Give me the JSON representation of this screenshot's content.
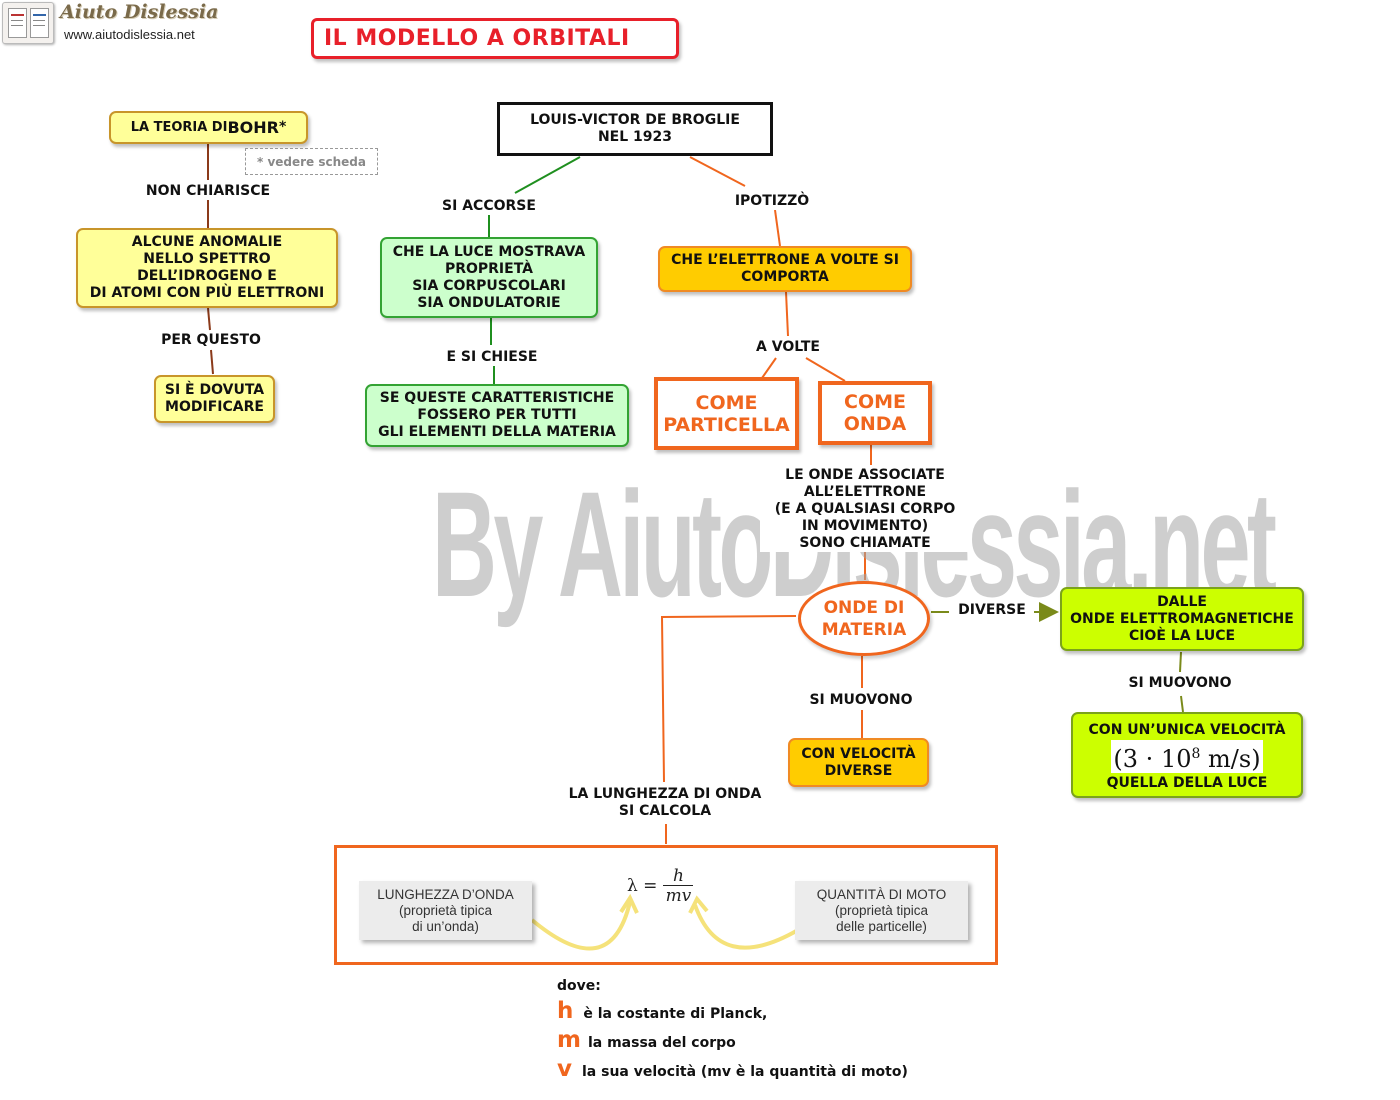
{
  "logo": {
    "brand": "Aiuto Dislessia",
    "url": "www.aiutodislessia.net"
  },
  "title": "IL MODELLO A ORBITALI",
  "watermark": "By AiutoDislessia.net",
  "left": {
    "bohr_prefix": "LA TEORIA DI ",
    "bohr_name": "BOHR",
    "bohr_star": "*",
    "note": "* vedere scheda",
    "link1": "NON CHIARISCE",
    "anomalies": "ALCUNE ANOMALIE\nNELLO SPETTRO\nDELL’IDROGENO E\nDI ATOMI CON PIÙ ELETTRONI",
    "link2": "PER QUESTO",
    "modify": "SI È DOVUTA\nMODIFICARE"
  },
  "center": {
    "broglie": "LOUIS-VICTOR DE BROGLIE\nNEL  1923",
    "link_accorse": "SI ACCORSE",
    "light": "CHE LA LUCE MOSTRAVA\nPROPRIETÀ\nSIA CORPUSCOLARI\nSIA ONDULATORIE",
    "link_chiese": "E SI CHIESE",
    "question": "SE QUESTE CARATTERISTICHE\nFOSSERO  PER TUTTI\nGLI ELEMENTI DELLA MATERIA"
  },
  "right": {
    "link_ipotizzo": "IPOTIZZÒ",
    "electron": "CHE L’ELETTRONE A VOLTE SI\nCOMPORTA",
    "link_avolte": "A VOLTE",
    "particle": "COME\nPARTICELLA",
    "wave": "COME\nONDA",
    "link_waves": "LE ONDE ASSOCIATE\nALL’ELETTRONE\n(E A QUALSIASI CORPO\nIN MOVIMENTO)\nSONO CHIAMATE",
    "matter_waves": "ONDE DI\nMATERIA",
    "link_diverse": "DIVERSE",
    "em_waves": "DALLE\nONDE ELETTROMAGNETICHE\nCIOÈ LA LUCE",
    "link_muovono_em": "SI MUOVONO",
    "unique_speed_top": "CON  UN’UNICA  VELOCITÀ",
    "speed_value": "(3 · 10",
    "speed_exp": "8",
    "speed_unit": " m/s)",
    "unique_speed_bottom": "QUELLA DELLA LUCE",
    "link_muovono_mat": "SI MUOVONO",
    "diff_speeds": "CON VELOCITÀ\nDIVERSE"
  },
  "formula": {
    "link": "LA LUNGHEZZA DI ONDA\nSI CALCOLA",
    "lambda": "λ =",
    "numerator": "h",
    "denominator": "mv",
    "wavelength_card": "LUNGHEZZA D’ONDA\n(proprietà tipica\ndi un’onda)",
    "momentum_card": "QUANTITÀ DI MOTO\n(proprietà tipica\ndelle particelle)"
  },
  "legend": {
    "heading": "dove:",
    "items": [
      {
        "letter": "h",
        "text": "è la costante di Planck,"
      },
      {
        "letter": "m",
        "text": "la massa del corpo"
      },
      {
        "letter": "v",
        "text": "la sua velocità (mv è la quantità di moto)"
      }
    ]
  },
  "colors": {
    "brown_line": "#8b3a1a",
    "green_line": "#1f8f1f",
    "orange_line": "#f0661e",
    "olive_line": "#7a8a1a",
    "title_red": "#e8202a"
  }
}
